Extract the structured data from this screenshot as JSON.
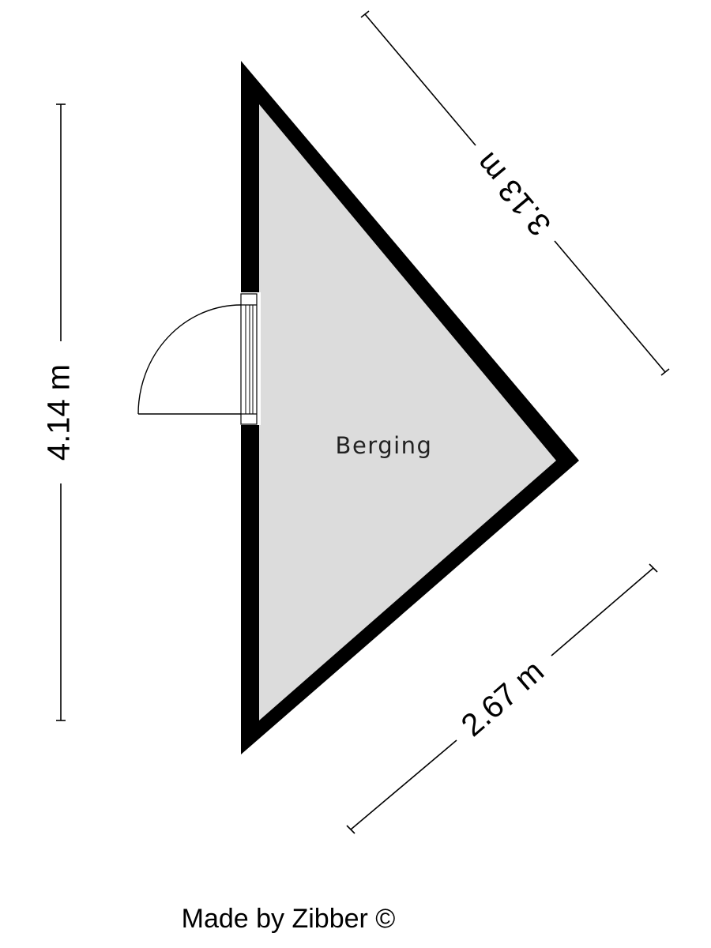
{
  "floorplan": {
    "rooms": [
      {
        "label": "Berging"
      }
    ],
    "dimensions": {
      "left_wall": "4.14 m",
      "upper_diagonal": "3.13 m",
      "lower_diagonal": "2.67 m"
    },
    "credit": "Made by Zibber ©"
  },
  "colors": {
    "wall": "#000000",
    "floor": "#dcdcdc",
    "background": "#ffffff",
    "door_line": "#000000"
  }
}
